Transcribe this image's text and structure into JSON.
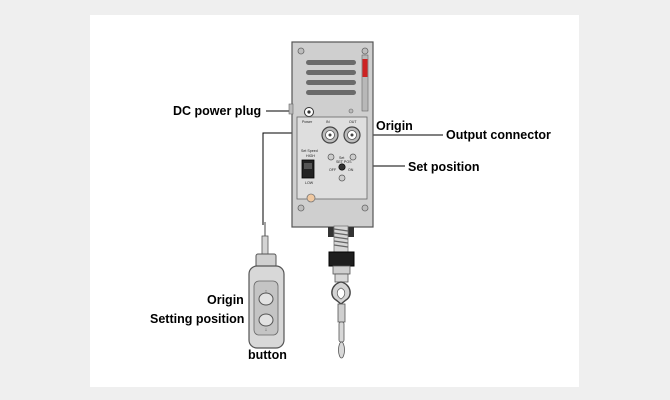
{
  "labels": {
    "dc_power_plug": "DC power plug",
    "origin_top": "Origin",
    "output_connector": "Output connector",
    "set_position": "Set position",
    "origin_button": "Origin",
    "setting_position": "Setting position",
    "button": "button"
  },
  "panel_text": {
    "power": "Power",
    "in": "IN",
    "out": "OUT",
    "set_speed": "Set Speed",
    "high": "HIGH",
    "low": "LOW",
    "set": "Set",
    "n_pos": "SET POS",
    "pos_a": "OFF",
    "pos_b": "ON"
  },
  "colors": {
    "device_body": "#cfcfcf",
    "outline": "#555555",
    "indicator_red": "#cc2222",
    "grip": "#222222",
    "background": "#efefef",
    "canvas": "#ffffff"
  }
}
